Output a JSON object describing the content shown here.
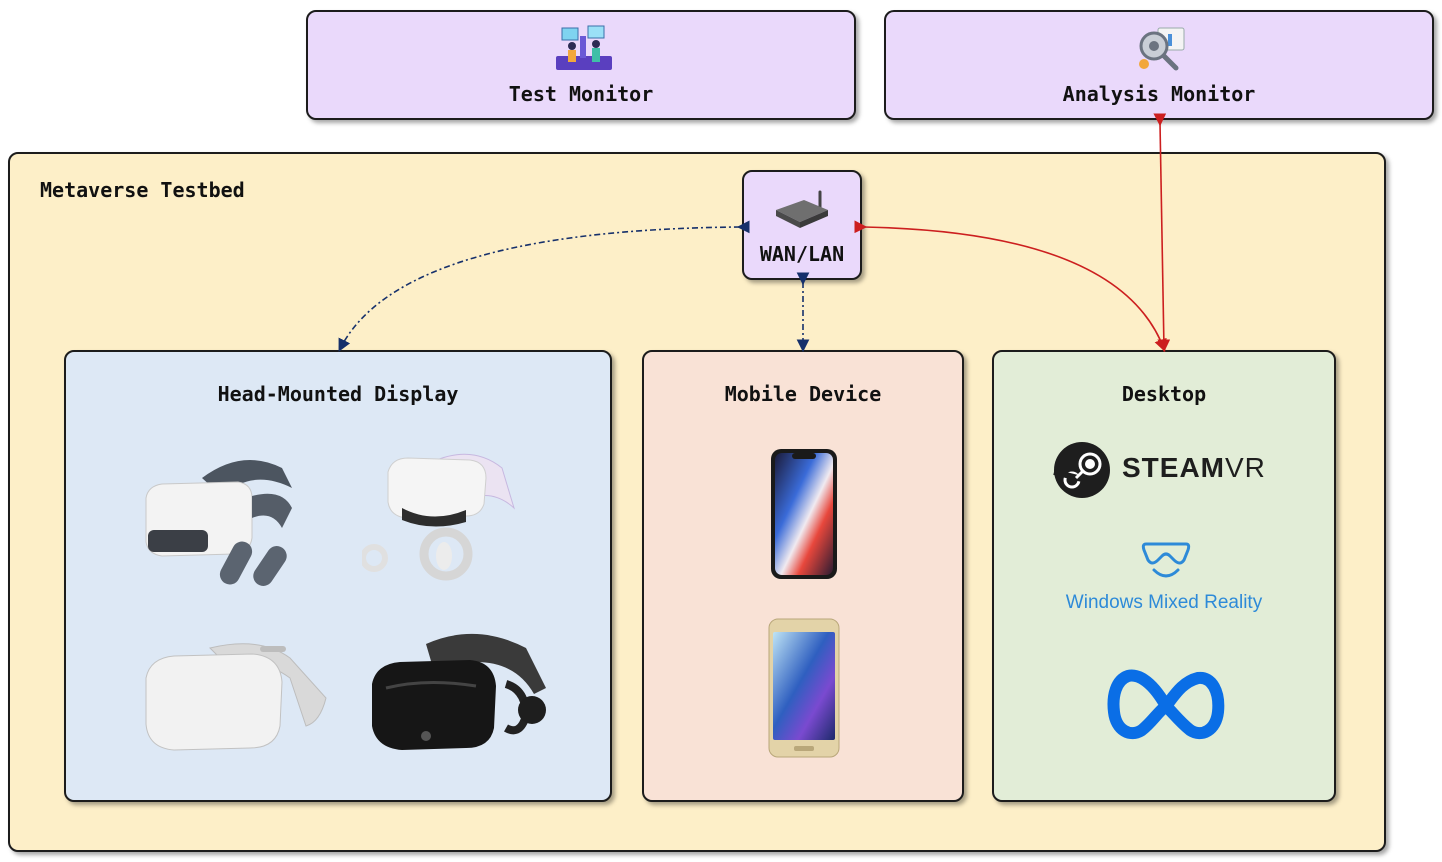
{
  "testbed": {
    "label": "Metaverse Testbed"
  },
  "test_monitor": {
    "label": "Test Monitor",
    "icon": "people-with-screens-icon"
  },
  "analysis_monitor": {
    "label": "Analysis Monitor",
    "icon": "magnifier-gear-icon"
  },
  "router": {
    "label": "WAN/LAN",
    "icon": "router-icon"
  },
  "panels": {
    "hmd": {
      "title": "Head-Mounted Display",
      "devices": [
        "standalone-headset",
        "quest-headset-with-controllers",
        "oculus-go-headset",
        "windows-mr-headset"
      ]
    },
    "mobile": {
      "title": "Mobile Device",
      "devices": [
        "iphone",
        "android-phone"
      ]
    },
    "desktop": {
      "title": "Desktop",
      "brands": {
        "steam_main": "STEAM",
        "steam_suffix": "VR",
        "wmr": "Windows Mixed Reality",
        "meta": "meta-logo"
      }
    }
  },
  "colors": {
    "testbed_bg": "#fdefc8",
    "monitor_bg": "#ead9fb",
    "hmd_bg": "#dde8f5",
    "mobile_bg": "#f9e2d6",
    "desktop_bg": "#e2edd7",
    "link_blue": "#16306b",
    "link_red": "#cc1f1f",
    "meta_blue": "#0a6ee6",
    "wmr_blue": "#2d8ad8"
  }
}
